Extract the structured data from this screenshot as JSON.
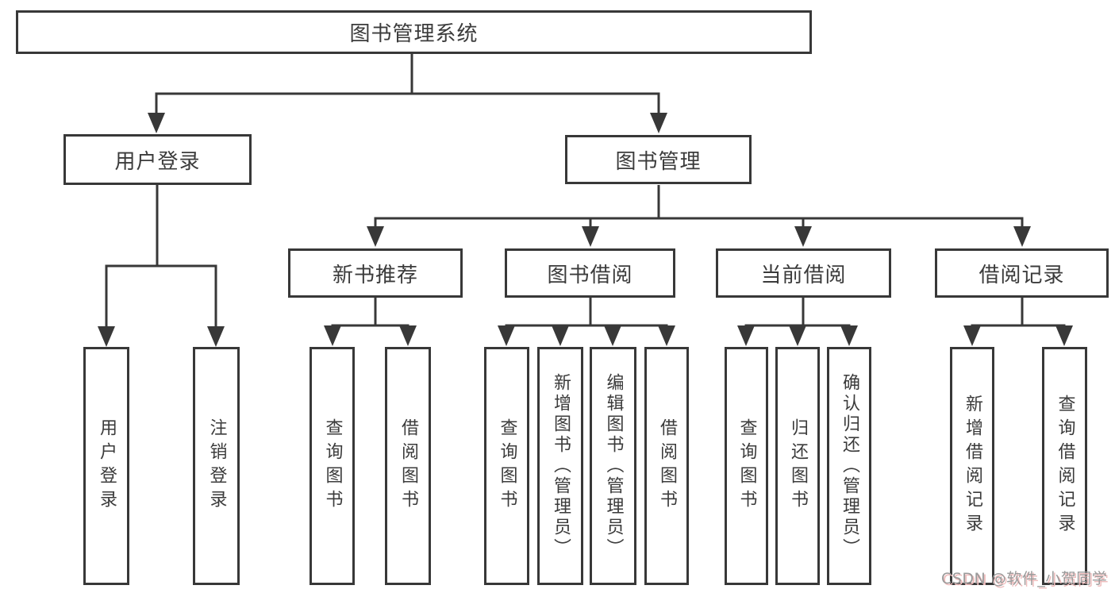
{
  "tree": {
    "label": "图书管理系统",
    "children": [
      {
        "label": "用户登录",
        "children": [
          {
            "label": "用户登录"
          },
          {
            "label": "注销登录"
          }
        ]
      },
      {
        "label": "图书管理",
        "children": [
          {
            "label": "新书推荐",
            "children": [
              {
                "label": "查询图书"
              },
              {
                "label": "借阅图书"
              }
            ]
          },
          {
            "label": "图书借阅",
            "children": [
              {
                "label": "查询图书"
              },
              {
                "label": "新增图书（管理员）"
              },
              {
                "label": "编辑图书（管理员）"
              },
              {
                "label": "借阅图书"
              }
            ]
          },
          {
            "label": "当前借阅",
            "children": [
              {
                "label": "查询图书"
              },
              {
                "label": "归还图书"
              },
              {
                "label": "确认归还（管理员）"
              }
            ]
          },
          {
            "label": "借阅记录",
            "children": [
              {
                "label": "新增借阅记录"
              },
              {
                "label": "查询借阅记录"
              }
            ]
          }
        ]
      }
    ]
  },
  "watermark": {
    "text": "CSDN @软件_小贺同学"
  },
  "colors": {
    "line": "#383838",
    "box_border": "#383838",
    "text": "#3b3b3b",
    "background": "#ffffff",
    "watermark_text": "#9a9a9a",
    "watermark_shadow": "#eebcbc"
  }
}
